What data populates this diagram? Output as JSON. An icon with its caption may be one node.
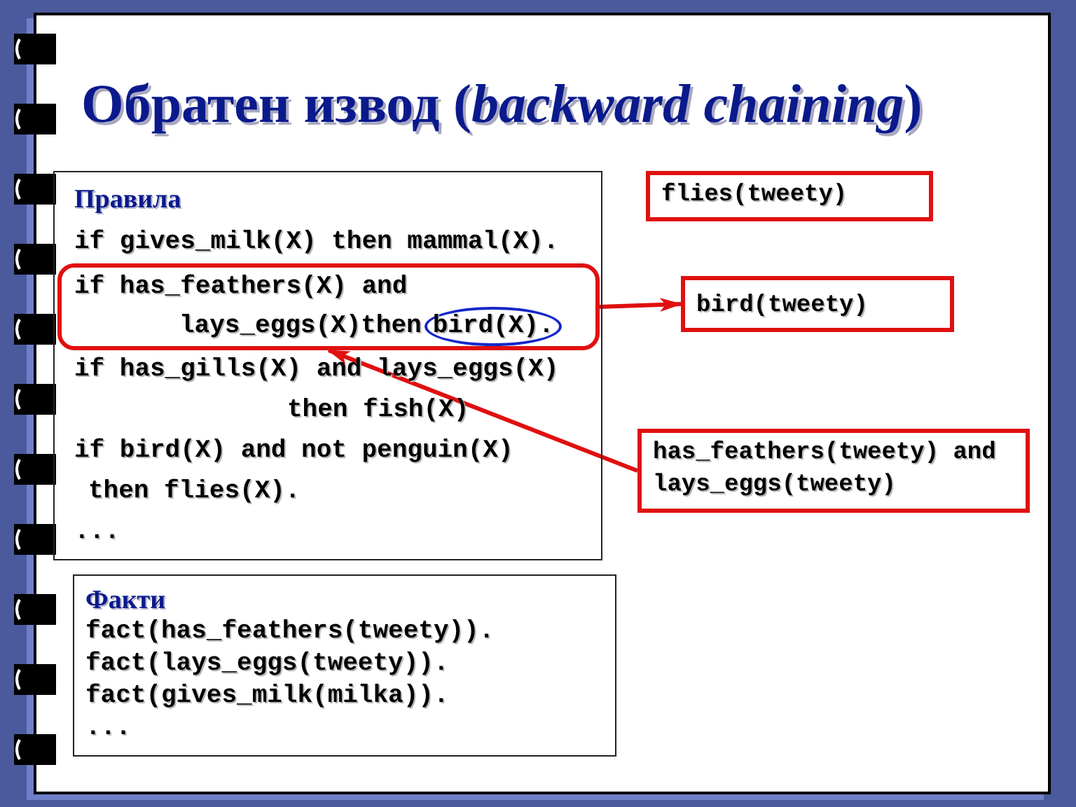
{
  "diagram": {
    "title": "Обратен извод (*backward chaining*)",
    "nodes": [
      {
        "text": [
          "Правила",
          "if gives_milk(X) then mammal(X).",
          "if has_gills(X) and lays_eggs(X) then fish(X)",
          "if bird(X) and not penguin(X) then flies(X).",
          "..."
        ]
      },
      {
        "text": [
          "if has_feathers(X) and lays_eggs(X)then"
        ],
        "in": 0
      },
      {
        "text": [
          "bird(X)."
        ],
        "in": 1
      },
      {
        "text": [
          "Факти",
          "fact(has_feathers(tweety)).",
          "fact(lays_eggs(tweety)).",
          "fact(gives_milk(milka)).",
          "..."
        ]
      },
      {
        "text": [
          "flies(tweety)"
        ]
      },
      {
        "text": [
          "bird(tweety)"
        ]
      },
      {
        "text": [
          "has_feathers(tweety) and lays_eggs(tweety)"
        ]
      }
    ],
    "edges": [
      {
        "from": 1,
        "to": 5,
        "arrow": "to"
      },
      {
        "from": 6,
        "to": 1,
        "arrow": "to"
      }
    ]
  }
}
